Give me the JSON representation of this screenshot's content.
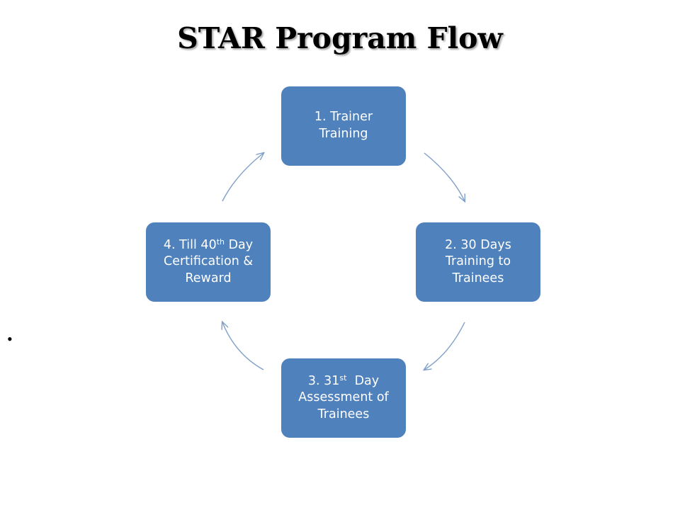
{
  "slide": {
    "title": "STAR Program Flow",
    "bullet_marker": "•"
  },
  "colors": {
    "box_fill": "#4F81BD",
    "box_text": "#FFFFFF",
    "arrow": "#7F9FCB"
  },
  "flow": {
    "steps": [
      {
        "line1": "1. Trainer",
        "line2": "Training"
      },
      {
        "line1": "2. 30 Days",
        "line2": "Training to",
        "line3": "Trainees"
      },
      {
        "line1a": "3. 31",
        "sup": "st",
        "line1b": "  Day",
        "line2": "Assessment of",
        "line3": "Trainees"
      },
      {
        "line1a": "4. Till 40",
        "sup": "th",
        "line1b": " Day",
        "line2": "Certification &",
        "line3": "Reward"
      }
    ]
  }
}
